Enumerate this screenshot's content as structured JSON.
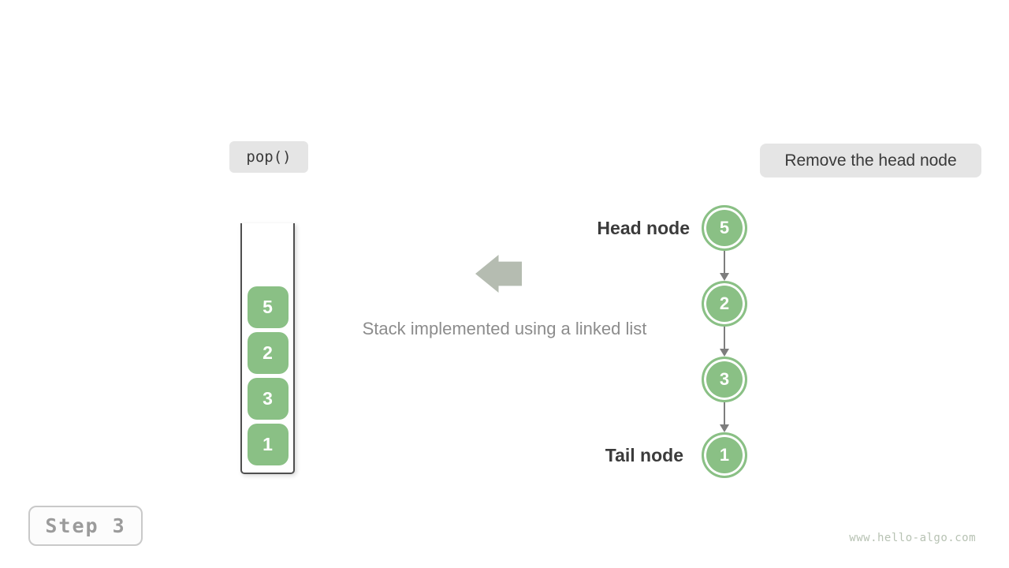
{
  "operation_badge": {
    "label": "pop()"
  },
  "annotation_badge": {
    "label": "Remove the head node"
  },
  "stack": {
    "items": [
      "5",
      "2",
      "3",
      "1"
    ]
  },
  "caption": "Stack implemented using a linked list",
  "linked_list": {
    "head_label": "Head node",
    "tail_label": "Tail node",
    "nodes": [
      "5",
      "2",
      "3",
      "1"
    ]
  },
  "step_badge": "Step 3",
  "watermark": "www.hello-algo.com",
  "colors": {
    "node_green": "#8ac085",
    "badge_bg": "#e5e5e5",
    "dark_text": "#3a3a3a",
    "caption_gray": "#8c8c8c",
    "block_arrow": "#b5bcb1",
    "connector_gray": "#7d7d7d",
    "container_border": "#4f4f4f",
    "step_text": "#9b9b9b",
    "watermark_text": "#b7c2b3"
  }
}
